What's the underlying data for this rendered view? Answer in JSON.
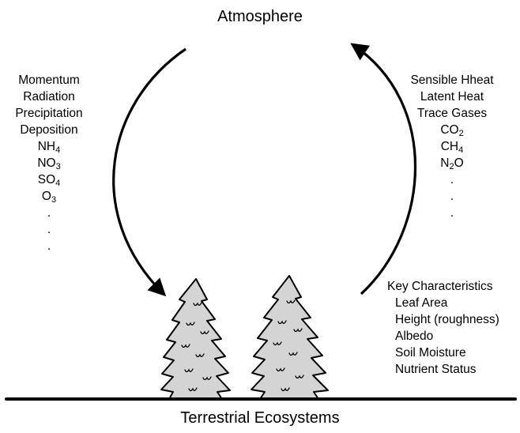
{
  "top_label": "Atmosphere",
  "bottom_label": "Terrestrial Ecosystems",
  "downward_fluxes": [
    {
      "text": "Momentum"
    },
    {
      "text": "Radiation"
    },
    {
      "text": "Precipitation"
    },
    {
      "text": "Deposition"
    },
    {
      "text": "NH",
      "sub": "4"
    },
    {
      "text": "NO",
      "sub": "3"
    },
    {
      "text": "SO",
      "sub": "4"
    },
    {
      "text": "O",
      "sub": "3"
    },
    {
      "text": "."
    },
    {
      "text": "."
    },
    {
      "text": "."
    }
  ],
  "upward_fluxes": [
    {
      "text": "Sensible Hheat"
    },
    {
      "text": "Latent Heat"
    },
    {
      "text": "Trace Gases"
    },
    {
      "text": "CO",
      "sub": "2"
    },
    {
      "text": "CH",
      "sub": "4"
    },
    {
      "text": "N",
      "sub": "2",
      "after": "O"
    },
    {
      "text": "."
    },
    {
      "text": "."
    },
    {
      "text": "."
    }
  ],
  "key_characteristics": {
    "heading": "Key Characteristics",
    "items": [
      "Leaf Area",
      "Height (roughness)",
      "Albedo",
      "Soil Moisture",
      "Nutrient Status"
    ]
  },
  "colors": {
    "tree_fill": "#d4d4d4",
    "stroke": "#000000"
  }
}
